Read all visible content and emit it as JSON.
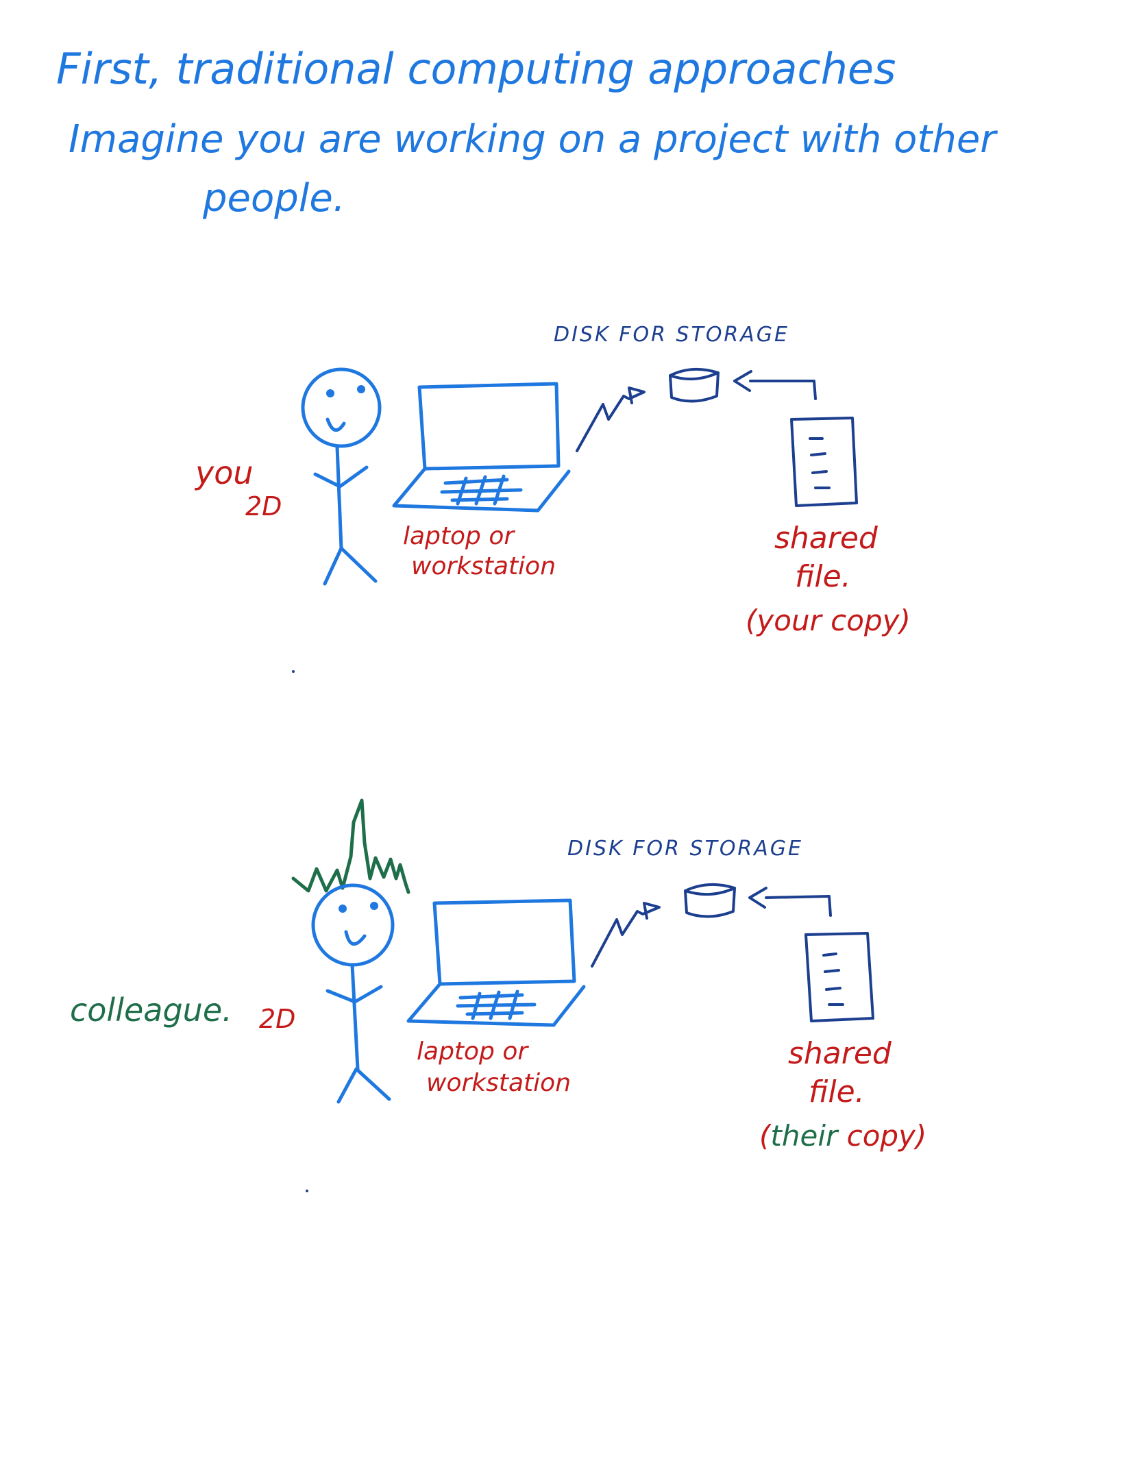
{
  "heading": {
    "line1": "First, traditional computing approaches",
    "line2": "Imagine you are working on a project with other",
    "line3": "people."
  },
  "scene_you": {
    "person_label": "you",
    "arrow_label": "2D",
    "laptop_label_line1": "laptop or",
    "laptop_label_line2": "workstation",
    "disk_label": "DISK FOR STORAGE",
    "file_label_line1": "shared",
    "file_label_line2": "file.",
    "file_label_line3": "(your copy)"
  },
  "scene_colleague": {
    "person_label": "colleague.",
    "arrow_label": "2D",
    "laptop_label_line1": "laptop or",
    "laptop_label_line2": "workstation",
    "disk_label": "DISK FOR STORAGE",
    "file_label_line1": "shared",
    "file_label_line2": "file.",
    "file_label_line3_open": "(",
    "file_label_line3_their": "their",
    "file_label_line3_close": " copy)"
  },
  "colors": {
    "heading": "#1f78e0",
    "drawing": "#1f78e0",
    "disk": "#1c3f8f",
    "label": "#c41a1a",
    "colleague": "#1f6e4a"
  }
}
